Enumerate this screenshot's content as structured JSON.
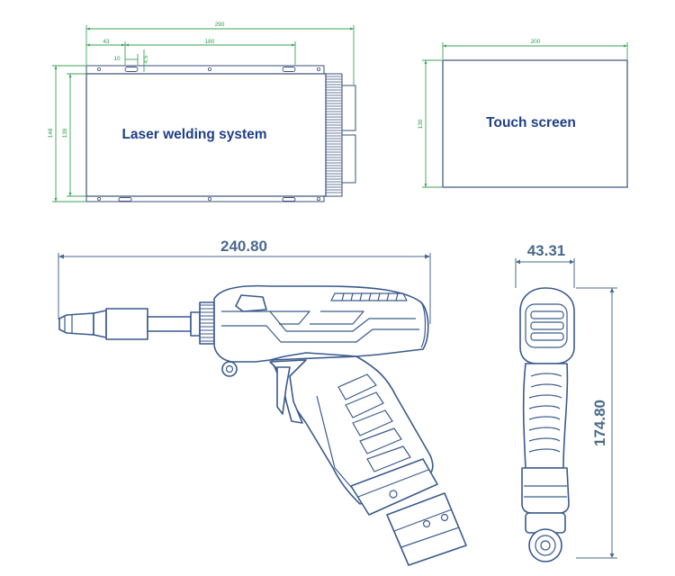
{
  "diagram": {
    "labels": {
      "laser_unit": "Laser welding system",
      "touch_screen": "Touch screen"
    },
    "dimensions": {
      "unit_overall_width": "290",
      "unit_offset_a": "43",
      "unit_hole_spacing": "180",
      "unit_small_a": "10",
      "unit_small_b": "4.5",
      "unit_overall_height": "148",
      "unit_body_height": "139",
      "screen_width": "200",
      "screen_height": "130",
      "gun_length": "240.80",
      "gun_width": "43.31",
      "gun_height": "174.80"
    },
    "colors": {
      "dimension_small": "#2f9a4a",
      "dimension_large": "#4a6a8c",
      "label": "#1f3f86",
      "outline": "#3b4f7a"
    }
  }
}
